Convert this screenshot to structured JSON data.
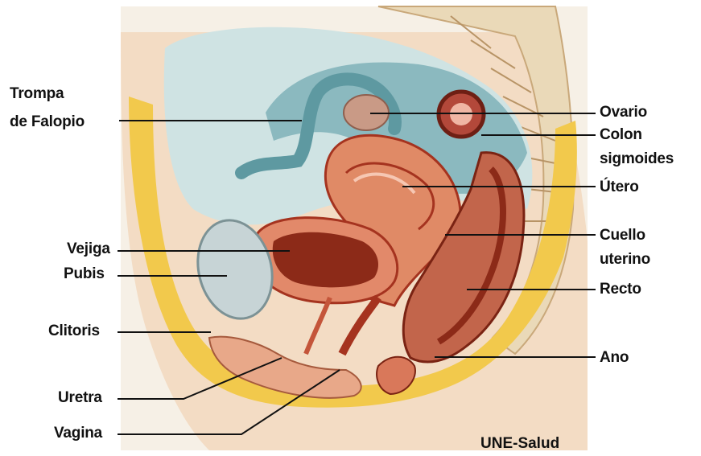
{
  "labels_left": {
    "trompa_line1": "Trompa",
    "trompa_line2": "de Falopio",
    "vejiga": "Vejiga",
    "pubis": "Pubis",
    "clitoris": "Clitoris",
    "uretra": "Uretra",
    "vagina": "Vagina"
  },
  "labels_right": {
    "ovario": "Ovario",
    "colon_line1": "Colon",
    "colon_line2": "sigmoides",
    "utero": "Útero",
    "cuello_line1": "Cuello",
    "cuello_line2": "uterino",
    "recto": "Recto",
    "ano": "Ano"
  },
  "credit": "UNE-Salud",
  "colors": {
    "background": "#ffffff",
    "skin": "#f3dcc4",
    "fat_yellow": "#f2c94c",
    "muscle": "#d9785a",
    "muscle_dark": "#a5331f",
    "peritoneum_blue": "#7fb2b8",
    "bone": "#ead9b8",
    "bladder_interior": "#8c2a18",
    "leader_line": "#111111"
  }
}
